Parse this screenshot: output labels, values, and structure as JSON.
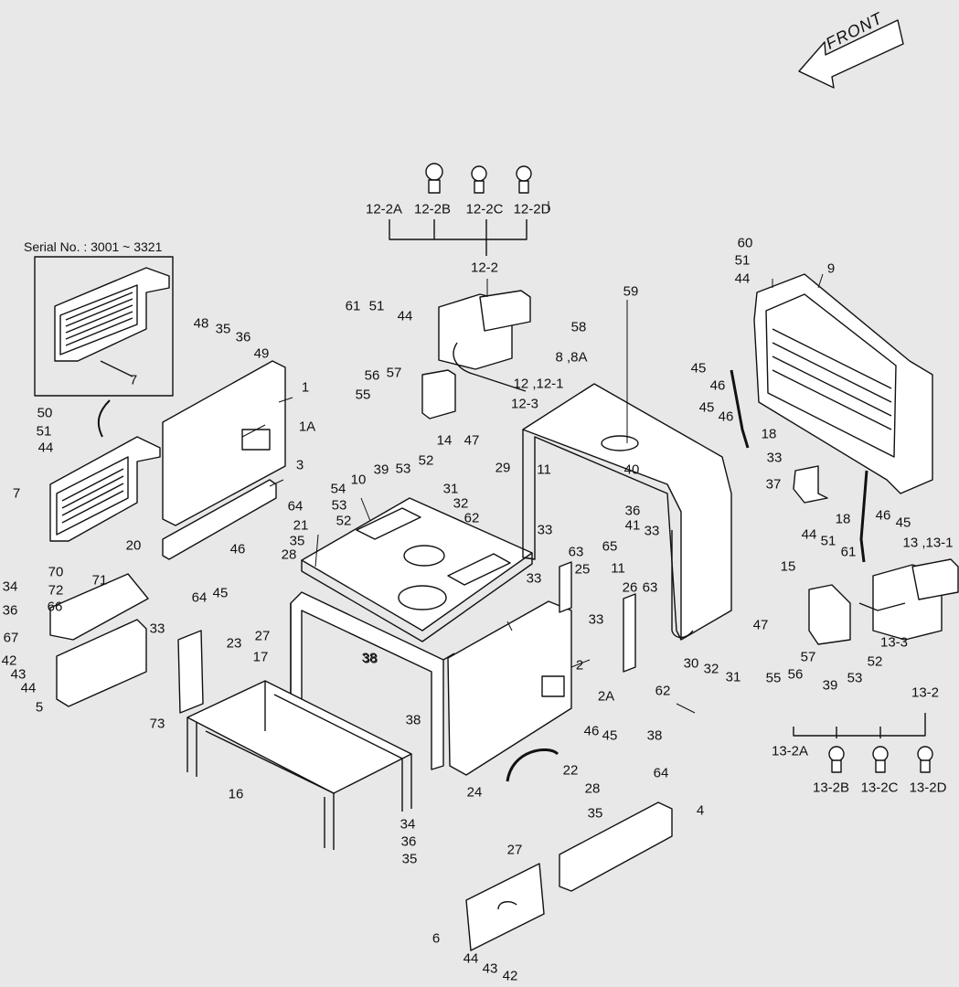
{
  "serial_note": "Serial No. : 3001 ~ 3321",
  "front_label": "FRONT",
  "colors": {
    "background": "#e8e8e8",
    "line": "#111111",
    "panel": "#ffffff"
  },
  "labels": [
    {
      "id": "l1",
      "text": "12-2A"
    },
    {
      "id": "l2",
      "text": "12-2B"
    },
    {
      "id": "l3",
      "text": "12-2C"
    },
    {
      "id": "l4",
      "text": "12-2D"
    },
    {
      "id": "l5",
      "text": "12-2"
    },
    {
      "id": "l6",
      "text": "61"
    },
    {
      "id": "l7",
      "text": "51"
    },
    {
      "id": "l8",
      "text": "44"
    },
    {
      "id": "l9",
      "text": "56"
    },
    {
      "id": "l10",
      "text": "57"
    },
    {
      "id": "l11",
      "text": "55"
    },
    {
      "id": "l12",
      "text": "14"
    },
    {
      "id": "l13",
      "text": "47"
    },
    {
      "id": "l14",
      "text": "39"
    },
    {
      "id": "l15",
      "text": "53"
    },
    {
      "id": "l16",
      "text": "52"
    },
    {
      "id": "l17",
      "text": "12 ,12-1"
    },
    {
      "id": "l18",
      "text": "12-3"
    },
    {
      "id": "l19",
      "text": "58"
    },
    {
      "id": "l20",
      "text": "59"
    },
    {
      "id": "l21",
      "text": "8 ,8A"
    },
    {
      "id": "l22",
      "text": "60"
    },
    {
      "id": "l23",
      "text": "51"
    },
    {
      "id": "l24",
      "text": "44"
    },
    {
      "id": "l25",
      "text": "9"
    },
    {
      "id": "l26",
      "text": "45"
    },
    {
      "id": "l27",
      "text": "46"
    },
    {
      "id": "l28",
      "text": "45"
    },
    {
      "id": "l29",
      "text": "46"
    },
    {
      "id": "l30",
      "text": "18"
    },
    {
      "id": "l31",
      "text": "33"
    },
    {
      "id": "l32",
      "text": "37"
    },
    {
      "id": "l33",
      "text": "18"
    },
    {
      "id": "l34",
      "text": "46"
    },
    {
      "id": "l35",
      "text": "45"
    },
    {
      "id": "l36",
      "text": "13 ,13-1"
    },
    {
      "id": "l37",
      "text": "44"
    },
    {
      "id": "l38",
      "text": "51"
    },
    {
      "id": "l39",
      "text": "61"
    },
    {
      "id": "l40",
      "text": "15"
    },
    {
      "id": "l41",
      "text": "47"
    },
    {
      "id": "l42",
      "text": "13-3"
    },
    {
      "id": "l43",
      "text": "55"
    },
    {
      "id": "l44",
      "text": "56"
    },
    {
      "id": "l45",
      "text": "57"
    },
    {
      "id": "l46",
      "text": "39"
    },
    {
      "id": "l47",
      "text": "53"
    },
    {
      "id": "l48",
      "text": "52"
    },
    {
      "id": "l49",
      "text": "13-2"
    },
    {
      "id": "l50",
      "text": "13-2A"
    },
    {
      "id": "l51",
      "text": "13-2B"
    },
    {
      "id": "l52",
      "text": "13-2C"
    },
    {
      "id": "l53",
      "text": "13-2D"
    },
    {
      "id": "l54",
      "text": "48"
    },
    {
      "id": "l55",
      "text": "35"
    },
    {
      "id": "l56",
      "text": "36"
    },
    {
      "id": "l57",
      "text": "49"
    },
    {
      "id": "l58",
      "text": "1"
    },
    {
      "id": "l59",
      "text": "1A"
    },
    {
      "id": "l60",
      "text": "7"
    },
    {
      "id": "l61",
      "text": "50"
    },
    {
      "id": "l62",
      "text": "51"
    },
    {
      "id": "l63",
      "text": "44"
    },
    {
      "id": "l64",
      "text": "7"
    },
    {
      "id": "l65",
      "text": "3"
    },
    {
      "id": "l66",
      "text": "64"
    },
    {
      "id": "l67",
      "text": "21"
    },
    {
      "id": "l68",
      "text": "35"
    },
    {
      "id": "l69",
      "text": "28"
    },
    {
      "id": "l70",
      "text": "46"
    },
    {
      "id": "l71",
      "text": "45"
    },
    {
      "id": "l72",
      "text": "64"
    },
    {
      "id": "l73",
      "text": "38"
    },
    {
      "id": "l74",
      "text": "23"
    },
    {
      "id": "l75",
      "text": "27"
    },
    {
      "id": "l76",
      "text": "20"
    },
    {
      "id": "l77",
      "text": "70"
    },
    {
      "id": "l78",
      "text": "71"
    },
    {
      "id": "l79",
      "text": "72"
    },
    {
      "id": "l80",
      "text": "34"
    },
    {
      "id": "l81",
      "text": "66"
    },
    {
      "id": "l82",
      "text": "36"
    },
    {
      "id": "l83",
      "text": "67"
    },
    {
      "id": "l84",
      "text": "33"
    },
    {
      "id": "l85",
      "text": "42"
    },
    {
      "id": "l86",
      "text": "43"
    },
    {
      "id": "l87",
      "text": "44"
    },
    {
      "id": "l88",
      "text": "5"
    },
    {
      "id": "l89",
      "text": "73"
    },
    {
      "id": "l90",
      "text": "10"
    },
    {
      "id": "l91",
      "text": "54"
    },
    {
      "id": "l92",
      "text": "53"
    },
    {
      "id": "l93",
      "text": "52"
    },
    {
      "id": "l94",
      "text": "17"
    },
    {
      "id": "l95",
      "text": "38"
    },
    {
      "id": "l96",
      "text": "38"
    },
    {
      "id": "l97",
      "text": "16"
    },
    {
      "id": "l98",
      "text": "34"
    },
    {
      "id": "l99",
      "text": "36"
    },
    {
      "id": "l100",
      "text": "35"
    },
    {
      "id": "l101",
      "text": "31"
    },
    {
      "id": "l102",
      "text": "32"
    },
    {
      "id": "l103",
      "text": "29"
    },
    {
      "id": "l104",
      "text": "11"
    },
    {
      "id": "l105",
      "text": "62"
    },
    {
      "id": "l106",
      "text": "33"
    },
    {
      "id": "l107",
      "text": "40"
    },
    {
      "id": "l108",
      "text": "36"
    },
    {
      "id": "l109",
      "text": "41"
    },
    {
      "id": "l110",
      "text": "65"
    },
    {
      "id": "l111",
      "text": "63"
    },
    {
      "id": "l112",
      "text": "33"
    },
    {
      "id": "l113",
      "text": "11"
    },
    {
      "id": "l114",
      "text": "25"
    },
    {
      "id": "l115",
      "text": "33"
    },
    {
      "id": "l116",
      "text": "26"
    },
    {
      "id": "l117",
      "text": "63"
    },
    {
      "id": "l118",
      "text": "33"
    },
    {
      "id": "l119",
      "text": "30"
    },
    {
      "id": "l120",
      "text": "32"
    },
    {
      "id": "l121",
      "text": "31"
    },
    {
      "id": "l122",
      "text": "62"
    },
    {
      "id": "l123",
      "text": "2"
    },
    {
      "id": "l124",
      "text": "2A"
    },
    {
      "id": "l125",
      "text": "46"
    },
    {
      "id": "l126",
      "text": "45"
    },
    {
      "id": "l127",
      "text": "38"
    },
    {
      "id": "l128",
      "text": "22"
    },
    {
      "id": "l129",
      "text": "64"
    },
    {
      "id": "l130",
      "text": "24"
    },
    {
      "id": "l131",
      "text": "28"
    },
    {
      "id": "l132",
      "text": "35"
    },
    {
      "id": "l133",
      "text": "4"
    },
    {
      "id": "l134",
      "text": "27"
    },
    {
      "id": "l135",
      "text": "6"
    },
    {
      "id": "l136",
      "text": "44"
    },
    {
      "id": "l137",
      "text": "43"
    },
    {
      "id": "l138",
      "text": "42"
    }
  ]
}
